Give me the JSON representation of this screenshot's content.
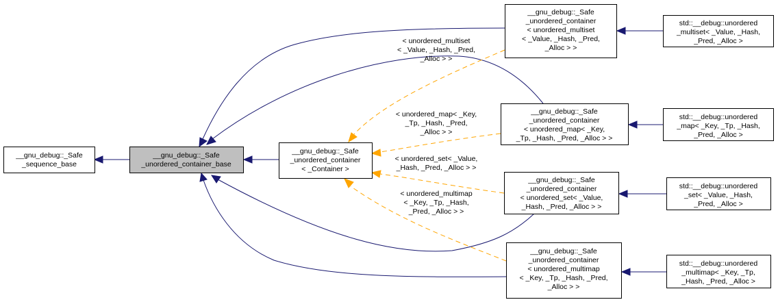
{
  "diagram": {
    "type": "doxygen-inheritance-graph",
    "colors": {
      "inheritance_edge": "#191970",
      "template_edge": "#ffa500",
      "highlight_node_fill": "#bfbfbf",
      "node_fill": "#ffffff",
      "node_border": "#000000"
    },
    "nodes": {
      "safe_sequence_base": {
        "lines": [
          "__gnu_debug::_Safe",
          "_sequence_base"
        ]
      },
      "safe_unordered_container_base": {
        "lines": [
          "__gnu_debug::_Safe",
          "_unordered_container_base"
        ],
        "highlighted": true
      },
      "safe_unordered_container": {
        "lines": [
          "__gnu_debug::_Safe",
          "_unordered_container",
          "< _Container >"
        ]
      },
      "safe_uc_multiset": {
        "lines": [
          "__gnu_debug::_Safe",
          "_unordered_container",
          "< unordered_multiset",
          "< _Value, _Hash, _Pred,",
          "_Alloc > >"
        ]
      },
      "safe_uc_map": {
        "lines": [
          "__gnu_debug::_Safe",
          "_unordered_container",
          "< unordered_map< _Key,",
          "_Tp, _Hash, _Pred, _Alloc > >"
        ]
      },
      "safe_uc_set": {
        "lines": [
          "__gnu_debug::_Safe",
          "_unordered_container",
          "< unordered_set< _Value,",
          "_Hash, _Pred, _Alloc > >"
        ]
      },
      "safe_uc_multimap": {
        "lines": [
          "__gnu_debug::_Safe",
          "_unordered_container",
          "< unordered_multimap",
          "< _Key, _Tp, _Hash, _Pred,",
          "_Alloc > >"
        ]
      },
      "std_debug_unordered_multiset": {
        "lines": [
          "std::__debug::unordered",
          "_multiset< _Value, _Hash,",
          "_Pred, _Alloc >"
        ]
      },
      "std_debug_unordered_map": {
        "lines": [
          "std::__debug::unordered",
          "_map< _Key, _Tp, _Hash,",
          "_Pred, _Alloc >"
        ]
      },
      "std_debug_unordered_set": {
        "lines": [
          "std::__debug::unordered",
          "_set< _Value, _Hash,",
          "_Pred, _Alloc >"
        ]
      },
      "std_debug_unordered_multimap": {
        "lines": [
          "std::__debug::unordered",
          "_multimap< _Key, _Tp,",
          "_Hash, _Pred, _Alloc >"
        ]
      }
    },
    "edge_labels": {
      "multiset": [
        "< unordered_multiset",
        "< _Value, _Hash, _Pred,",
        "_Alloc > >"
      ],
      "map": [
        "< unordered_map< _Key,",
        "_Tp, _Hash, _Pred,",
        "_Alloc > >"
      ],
      "set": [
        "< unordered_set< _Value,",
        "_Hash, _Pred, _Alloc > >"
      ],
      "multimap": [
        "< unordered_multimap",
        "< _Key, _Tp, _Hash,",
        "_Pred, _Alloc > >"
      ]
    },
    "edges": [
      {
        "from": "safe_unordered_container_base",
        "to": "safe_sequence_base",
        "kind": "inheritance"
      },
      {
        "from": "safe_unordered_container",
        "to": "safe_unordered_container_base",
        "kind": "inheritance"
      },
      {
        "from": "safe_uc_multiset",
        "to": "safe_unordered_container_base",
        "kind": "inheritance"
      },
      {
        "from": "safe_uc_map",
        "to": "safe_unordered_container_base",
        "kind": "inheritance"
      },
      {
        "from": "safe_uc_set",
        "to": "safe_unordered_container_base",
        "kind": "inheritance"
      },
      {
        "from": "safe_uc_multimap",
        "to": "safe_unordered_container_base",
        "kind": "inheritance"
      },
      {
        "from": "safe_uc_multiset",
        "to": "safe_unordered_container",
        "kind": "template",
        "label": "multiset"
      },
      {
        "from": "safe_uc_map",
        "to": "safe_unordered_container",
        "kind": "template",
        "label": "map"
      },
      {
        "from": "safe_uc_set",
        "to": "safe_unordered_container",
        "kind": "template",
        "label": "set"
      },
      {
        "from": "safe_uc_multimap",
        "to": "safe_unordered_container",
        "kind": "template",
        "label": "multimap"
      },
      {
        "from": "std_debug_unordered_multiset",
        "to": "safe_uc_multiset",
        "kind": "inheritance"
      },
      {
        "from": "std_debug_unordered_map",
        "to": "safe_uc_map",
        "kind": "inheritance"
      },
      {
        "from": "std_debug_unordered_set",
        "to": "safe_uc_set",
        "kind": "inheritance"
      },
      {
        "from": "std_debug_unordered_multimap",
        "to": "safe_uc_multimap",
        "kind": "inheritance"
      }
    ]
  }
}
